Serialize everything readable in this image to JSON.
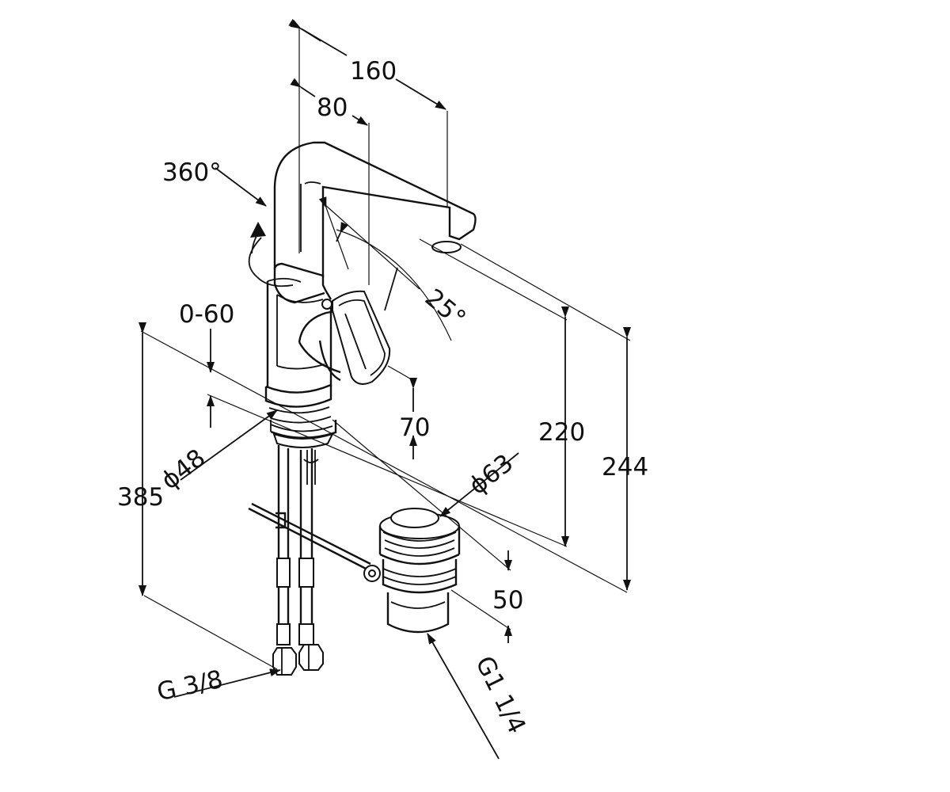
{
  "dimensions": {
    "width_total": "160",
    "spout_offset": "80",
    "rotation": "360°",
    "handle_angle": "25°",
    "pop_up_range": "0-60",
    "handle_height": "70",
    "base_diameter": "ϕ48",
    "drain_diameter": "ϕ63",
    "spout_height": "220",
    "total_height": "244",
    "supply_length": "385",
    "drain_height": "50",
    "supply_thread": "G 3/8",
    "drain_thread": "G1 1/4"
  }
}
